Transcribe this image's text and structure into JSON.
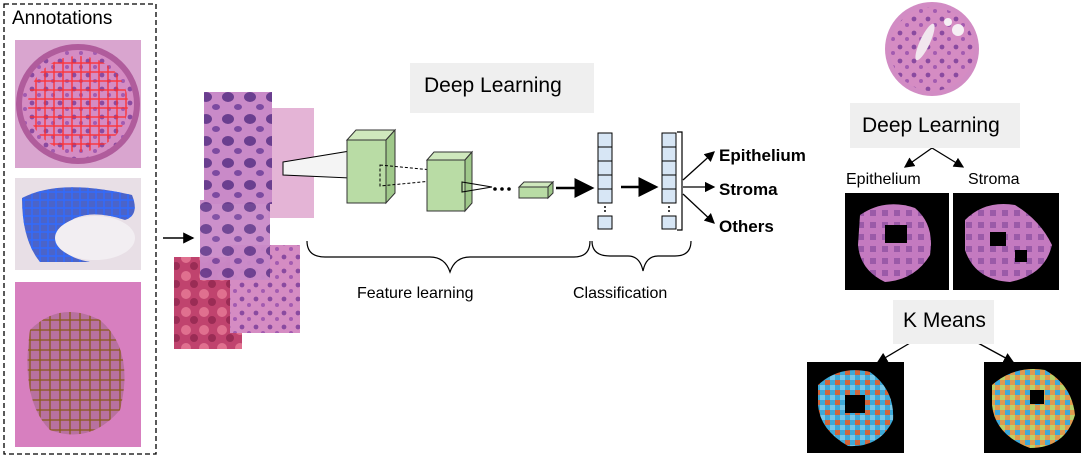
{
  "annotations_panel": {
    "title": "Annotations"
  },
  "pipeline": {
    "deep_learning_label": "Deep Learning",
    "feature_learning_label": "Feature learning",
    "classification_label": "Classification",
    "classes": [
      "Epithelium",
      "Stroma",
      "Others"
    ]
  },
  "segmentation": {
    "deep_learning_label": "Deep Learning",
    "epithelium_label": "Epithelium",
    "stroma_label": "Stroma",
    "kmeans_label": "K Means"
  },
  "colors": {
    "tissue_pink": "#c77bb4",
    "tissue_purple": "#7f4a9e",
    "annotation_red": "#ff2a2a",
    "annotation_blue": "#3a6fe0",
    "annotation_brown": "#8a5a1a",
    "cnn_green": "#b9dca5",
    "vector_blue": "#d7e6f5",
    "label_box_gray": "#efefef"
  }
}
